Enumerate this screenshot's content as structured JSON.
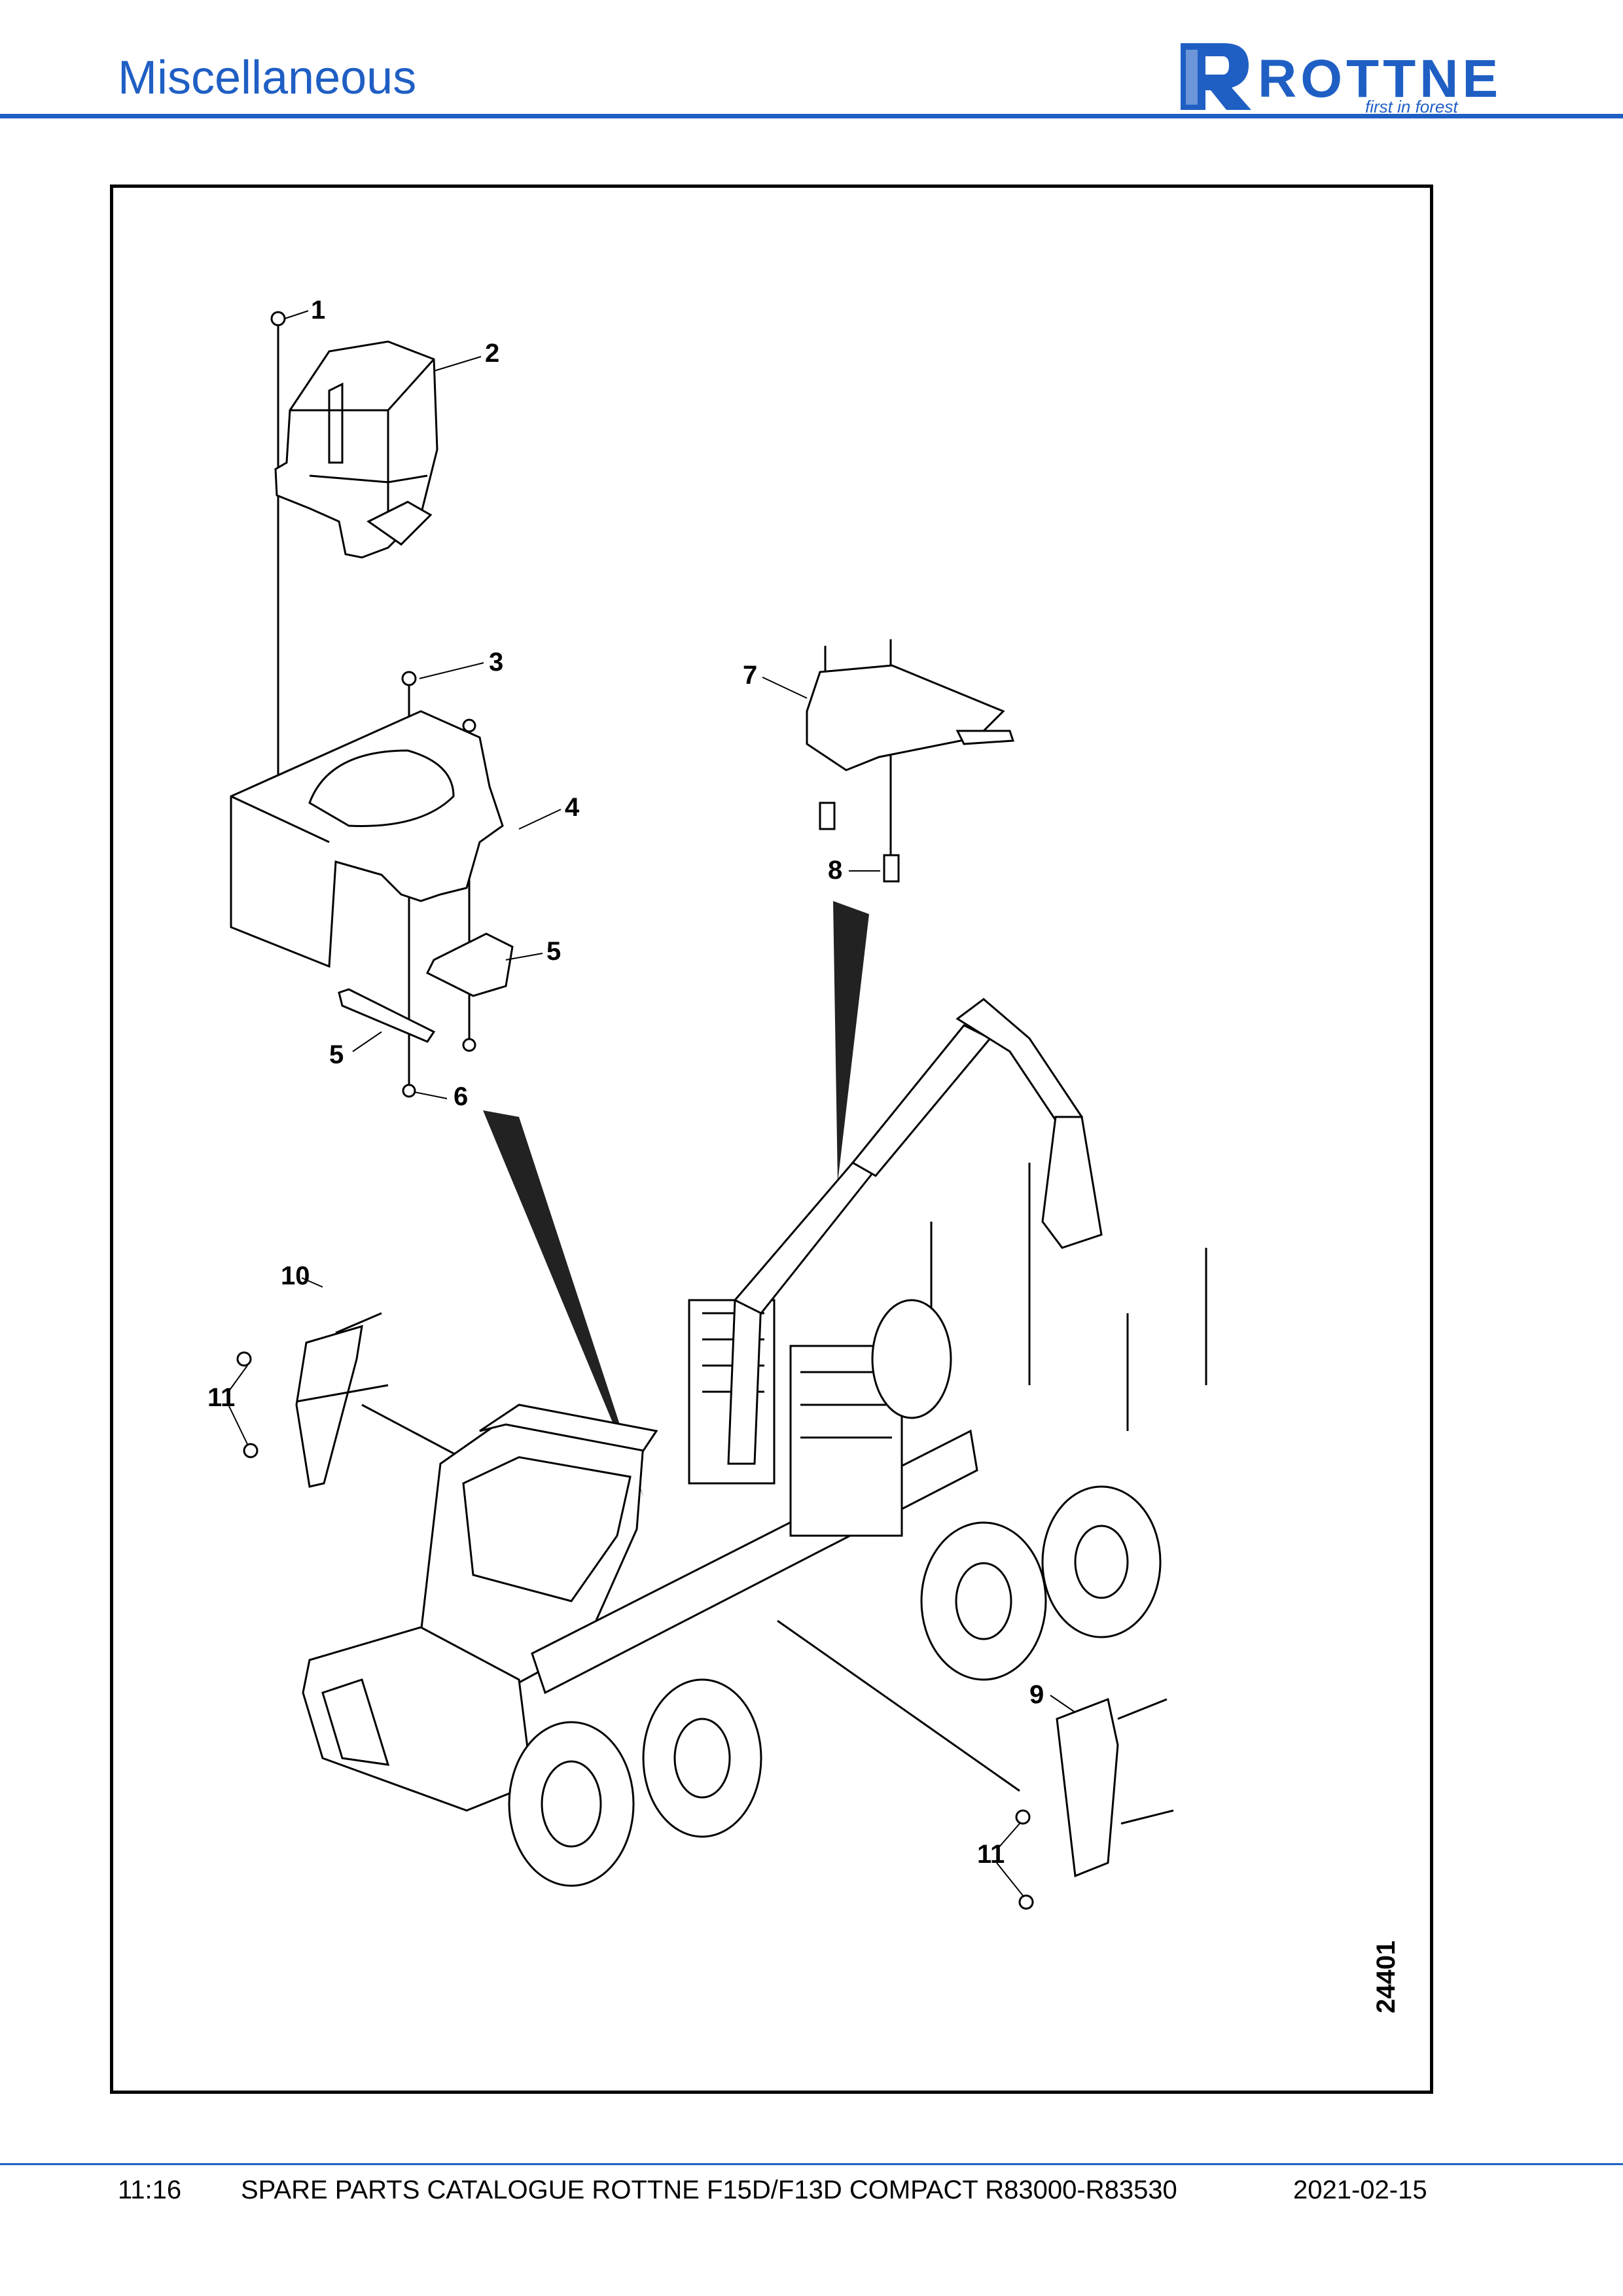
{
  "header": {
    "title": "Miscellaneous",
    "logo_text": "ROTTNE",
    "logo_tagline": "first in forest",
    "brand_color": "#1f5fc4"
  },
  "drawing": {
    "id": "24401",
    "callouts": [
      "1",
      "2",
      "3",
      "4",
      "5",
      "5",
      "6",
      "7",
      "8",
      "9",
      "10",
      "11",
      "11"
    ]
  },
  "footer": {
    "page": "11:16",
    "catalogue": "SPARE PARTS CATALOGUE ROTTNE F15D/F13D COMPACT R83000-R83530",
    "date": "2021-02-15"
  }
}
